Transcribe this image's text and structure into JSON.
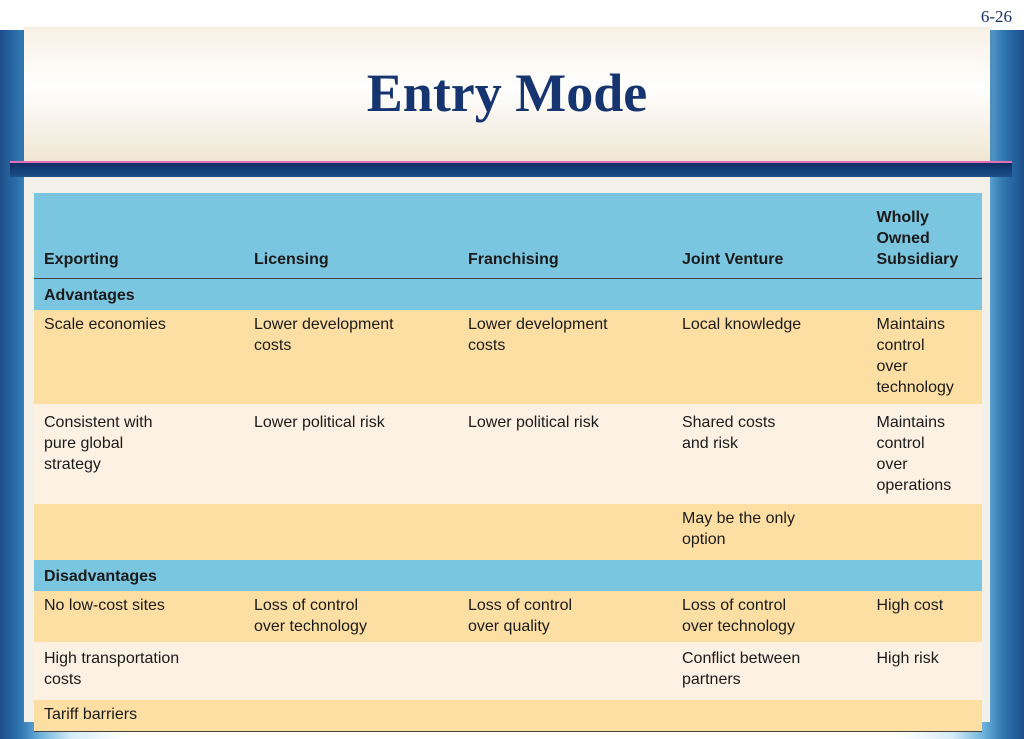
{
  "slide_number": "6-26",
  "title": "Entry Mode",
  "table": {
    "headers": [
      "Exporting",
      "Licensing",
      "Franchising",
      "Joint Venture",
      "Wholly\nOwned\nSubsidiary"
    ],
    "sections": [
      {
        "label": "Advantages",
        "rows": [
          [
            "Scale economies",
            "Lower development\ncosts",
            "Lower development\ncosts",
            "Local knowledge",
            "Maintains\ncontrol\nover\ntechnology"
          ],
          [
            "Consistent with\npure global\nstrategy",
            "Lower political risk",
            "Lower political risk",
            "Shared costs\nand risk",
            "Maintains\ncontrol\nover\noperations"
          ],
          [
            "",
            "",
            "",
            "May be the only\noption",
            ""
          ]
        ]
      },
      {
        "label": "Disadvantages",
        "rows": [
          [
            "No low-cost sites",
            "Loss of control\nover technology",
            "Loss of control\nover quality",
            "Loss of control\nover technology",
            "High cost"
          ],
          [
            "High transportation\ncosts",
            "",
            "",
            "Conflict between\npartners",
            "High risk"
          ],
          [
            "Tariff barriers",
            "",
            "",
            "",
            ""
          ]
        ]
      }
    ]
  }
}
